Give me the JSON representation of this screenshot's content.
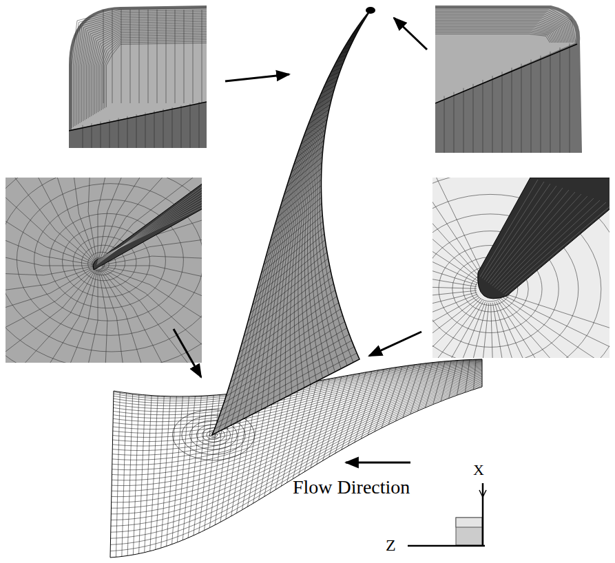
{
  "diagram": {
    "labels": [
      "Flow Direction",
      "X",
      "Z"
    ]
  }
}
